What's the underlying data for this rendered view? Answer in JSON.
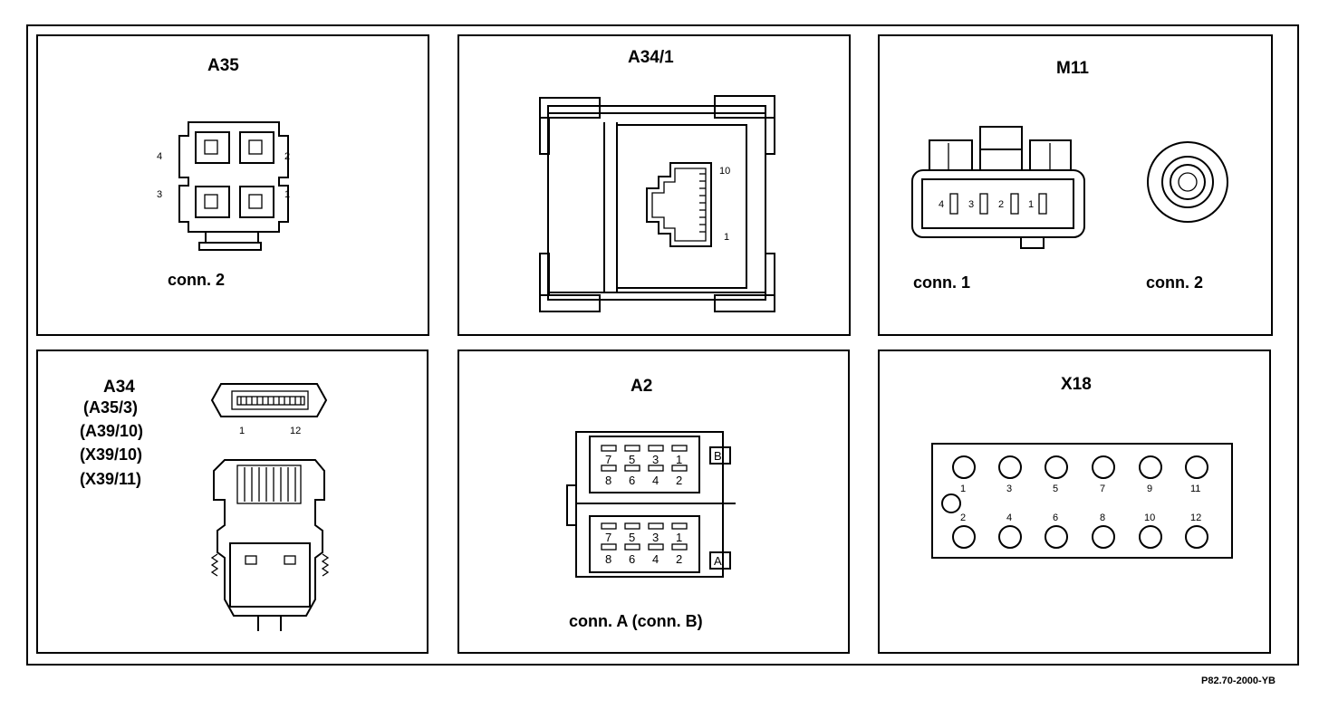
{
  "panels": {
    "a35": {
      "title": "A35",
      "pins": [
        "4",
        "2",
        "3",
        "1"
      ],
      "caption": "conn. 2"
    },
    "a34_1": {
      "title": "A34/1",
      "pin_high": "10",
      "pin_low": "1"
    },
    "m11": {
      "title": "M11",
      "pins": [
        "4",
        "3",
        "2",
        "1"
      ],
      "caption_1": "conn. 1",
      "caption_2": "conn. 2"
    },
    "a34": {
      "title": "A34",
      "aliases": [
        "(A35/3)",
        "(A39/10)",
        "(X39/10)",
        "(X39/11)"
      ],
      "pin_first": "1",
      "pin_last": "12"
    },
    "a2": {
      "title": "A2",
      "row_top": [
        "7",
        "5",
        "3",
        "1"
      ],
      "row_bottom": [
        "8",
        "6",
        "4",
        "2"
      ],
      "tab_b": "B",
      "tab_a": "A",
      "caption": "conn. A (conn. B)"
    },
    "x18": {
      "title": "X18",
      "odd_pins": [
        "1",
        "3",
        "5",
        "7",
        "9",
        "11"
      ],
      "even_pins": [
        "2",
        "4",
        "6",
        "8",
        "10",
        "12"
      ]
    }
  },
  "reference": "P82.70-2000-YB"
}
